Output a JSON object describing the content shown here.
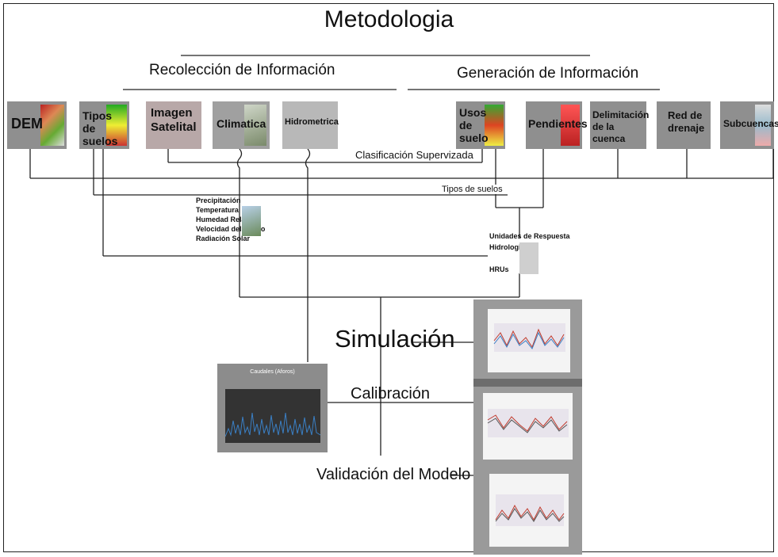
{
  "title": "Metodologia",
  "sections": {
    "recoleccion": "Recolección de Información",
    "generacion": "Generación de Información"
  },
  "boxes": {
    "dem": "DEM",
    "tipos": "Tipos de suelos",
    "imagen": "Imagen Satelital",
    "climatica": "Climatica",
    "hidrometrica": "Hidrometrica",
    "usos": "Usos de suelo",
    "pendientes": "Pendientes",
    "delimitacion": "Delimitación de la cuenca",
    "red": "Red de drenaje",
    "subcuencas": "Subcuencas"
  },
  "connectors": {
    "clasificacion": "Clasificación Supervizada",
    "tipos_suelos": "Tipos de suelos"
  },
  "climate_vars": [
    "Precipitación",
    "Temperatura",
    "Humedad Relativa",
    "Velocidad del Viento",
    "Radiación Solar"
  ],
  "hru": {
    "line1": "Unidades de Respuesta",
    "line2": "Hidrologica",
    "line3": "HRUs"
  },
  "steps": {
    "simulacion": "Simulación",
    "calibracion": "Calibración",
    "validacion": "Validación del Modelo"
  },
  "chart_caudales": {
    "title": "Caudales (Aforos)"
  },
  "colors": {
    "box_gray": "#8f8f8f",
    "line": "#222222",
    "series_blue": "#3a7fc4",
    "series_red": "#c0392b"
  }
}
